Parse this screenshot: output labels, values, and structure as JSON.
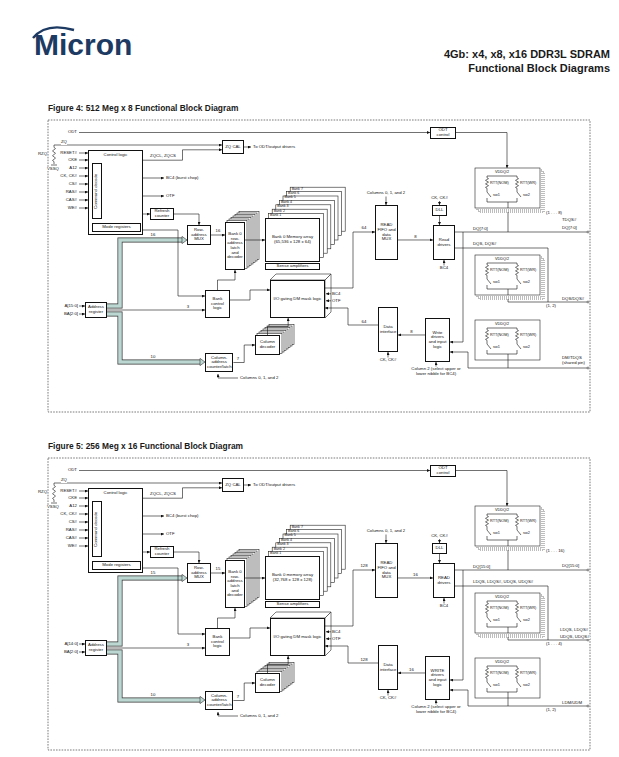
{
  "diagram": {
    "title": "4Gb: x4, x8, x16 DDR3L SDRAM",
    "nodes": [
      {
        "text": [
          "ODT control"
        ]
      },
      {
        "text": [
          "Control logic"
        ]
      },
      {
        "text": [
          "Command decode"
        ],
        "in": 1
      },
      {
        "text": [
          "Mode registers"
        ],
        "in": 1
      },
      {
        "text": [
          "ZQ CAL"
        ]
      },
      {
        "text": [
          "Refresh counter"
        ]
      },
      {
        "text": [
          "Row-address MUX"
        ]
      },
      {
        "text": [
          "Bank 0 row-address latch and decoder"
        ]
      },
      {
        "text": [
          "Bank 0 Memory array (65,536 x 128 x 64)"
        ]
      },
      {
        "text": [
          "Sense amplifiers"
        ]
      },
      {
        "text": [
          "I/O gating DM mask logic"
        ]
      },
      {
        "text": [
          "Column decoder"
        ]
      },
      {
        "text": [
          "Bank control logic"
        ]
      },
      {
        "text": [
          "Address register"
        ]
      },
      {
        "text": [
          "Column-address counter/latch"
        ]
      },
      {
        "text": [
          "READ FIFO and data MUX"
        ]
      },
      {
        "text": [
          "DLL"
        ]
      },
      {
        "text": [
          "Read drivers"
        ]
      },
      {
        "text": [
          "Data interface"
        ]
      },
      {
        "text": [
          "Write drivers and input logic"
        ]
      },
      {
        "text": [
          "ODT control"
        ]
      },
      {
        "text": [
          "Control logic"
        ]
      },
      {
        "text": [
          "Command decode"
        ],
        "in": 21
      },
      {
        "text": [
          "Mode registers"
        ],
        "in": 21
      },
      {
        "text": [
          "ZQ CAL"
        ]
      },
      {
        "text": [
          "Refresh counter"
        ]
      },
      {
        "text": [
          "Row-address MUX"
        ]
      },
      {
        "text": [
          "Bank 0 row-address latch and decoder"
        ]
      },
      {
        "text": [
          "Bank 0 memory array (32,768 x 128 x 128)"
        ]
      },
      {
        "text": [
          "Sense amplifiers"
        ]
      },
      {
        "text": [
          "I/O gating DM mask logic"
        ]
      },
      {
        "text": [
          "Column decoder"
        ]
      },
      {
        "text": [
          "Bank control logic"
        ]
      },
      {
        "text": [
          "Address register"
        ]
      },
      {
        "text": [
          "Column-address counter/latch"
        ]
      },
      {
        "text": [
          "READ FIFO and data MUX"
        ]
      },
      {
        "text": [
          "DLL"
        ]
      },
      {
        "text": [
          "READ drivers"
        ]
      },
      {
        "text": [
          "Data interface"
        ]
      },
      {
        "text": [
          "WRITE drivers and input logic"
        ]
      }
    ],
    "edges": [
      {
        "from": 1,
        "to": 4,
        "arrow": "to",
        "label": "ZQCL, ZQCS"
      },
      {
        "from": 1,
        "to": 5,
        "arrow": "to"
      },
      {
        "from": 5,
        "to": 6,
        "arrow": "to"
      },
      {
        "from": 13,
        "to": 6,
        "arrow": "to",
        "label": "16"
      },
      {
        "from": 6,
        "to": 7,
        "arrow": "to",
        "label": "16"
      },
      {
        "from": 7,
        "to": 8,
        "arrow": "to"
      },
      {
        "from": 13,
        "to": 12,
        "arrow": "to",
        "label": "3"
      },
      {
        "from": 12,
        "to": 7,
        "arrow": "to"
      },
      {
        "from": 12,
        "to": 10,
        "arrow": "to"
      },
      {
        "from": 13,
        "to": 14,
        "arrow": "to",
        "label": "10"
      },
      {
        "from": 14,
        "to": 11,
        "arrow": "to",
        "label": "7"
      },
      {
        "from": 11,
        "to": 10,
        "arrow": "to"
      },
      {
        "from": 10,
        "to": 15,
        "arrow": "to",
        "label": "64"
      },
      {
        "from": 15,
        "to": 17,
        "arrow": "to",
        "label": "8"
      },
      {
        "from": 16,
        "to": 17,
        "arrow": "to"
      },
      {
        "from": 18,
        "to": 10,
        "arrow": "to",
        "label": "64"
      },
      {
        "from": 19,
        "to": 18,
        "arrow": "to",
        "label": "8"
      },
      {
        "from": 1,
        "to": 12,
        "arrow": "to"
      },
      {
        "from": 21,
        "to": 24,
        "arrow": "to",
        "label": "ZQCL, ZQCS"
      },
      {
        "from": 21,
        "to": 25,
        "arrow": "to"
      },
      {
        "from": 25,
        "to": 26,
        "arrow": "to"
      },
      {
        "from": 33,
        "to": 26,
        "arrow": "to",
        "label": "15"
      },
      {
        "from": 26,
        "to": 27,
        "arrow": "to",
        "label": "15"
      },
      {
        "from": 27,
        "to": 28,
        "arrow": "to"
      },
      {
        "from": 33,
        "to": 32,
        "arrow": "to",
        "label": "3"
      },
      {
        "from": 32,
        "to": 27,
        "arrow": "to"
      },
      {
        "from": 32,
        "to": 30,
        "arrow": "to"
      },
      {
        "from": 33,
        "to": 34,
        "arrow": "to",
        "label": "10"
      },
      {
        "from": 34,
        "to": 31,
        "arrow": "to",
        "label": "7"
      },
      {
        "from": 31,
        "to": 30,
        "arrow": "to"
      },
      {
        "from": 30,
        "to": 35,
        "arrow": "to",
        "label": "128"
      },
      {
        "from": 35,
        "to": 37,
        "arrow": "to",
        "label": "16"
      },
      {
        "from": 36,
        "to": 37,
        "arrow": "to"
      },
      {
        "from": 38,
        "to": 30,
        "arrow": "to",
        "label": "128"
      },
      {
        "from": 39,
        "to": 38,
        "arrow": "to",
        "label": "16"
      },
      {
        "from": 21,
        "to": 32,
        "arrow": "to"
      }
    ],
    "labels": [
      "Micron",
      "Functional Block Diagrams",
      "Figure 4: 512 Meg x 8 Functional Block Diagram",
      "ODT",
      "ZQ",
      "RZQ",
      "RESET#",
      "CKE",
      "VSSQ",
      "A12",
      "CK, CK#",
      "CS#",
      "RAS#",
      "CAS#",
      "WE#",
      "To ODT/output drivers",
      "BC4 (burst chop)",
      "OTF",
      "A[15:0]",
      "BA[2:0]",
      "Bank 1",
      "Bank 2",
      "Bank 3",
      "Bank 4",
      "Bank 5",
      "Bank 6",
      "Bank 7",
      "BC4",
      "OTF",
      "Columns 0, 1, and 2",
      "CK, CK#",
      "DQ[7:0]",
      "DQS, DQS#",
      "BC4",
      "CK, CK#",
      "Column 2 (select upper or lower nibble for BC4)",
      "Columns 0, 1, and 2",
      "VDDQ/2",
      "RTT(NOM)",
      "RTT(WR)",
      "sw1",
      "sw2",
      "VDDQ/2",
      "RTT(NOM)",
      "RTT(WR)",
      "sw1",
      "sw2",
      "VDDQ/2",
      "RTT(NOM)",
      "RTT(WR)",
      "sw1",
      "sw2",
      "TDQS#",
      "DQ[7:0]",
      "(1 . . . 8)",
      "DQS/DQS#",
      "(1, 2)",
      "DM/TDQS (shared pin)",
      "Figure 5: 256 Meg x 16 Functional Block Diagram",
      "ODT",
      "ZQ",
      "RZQ",
      "RESET#",
      "CKE",
      "VSSQ",
      "A12",
      "CK, CK#",
      "CS#",
      "RAS#",
      "CAS#",
      "WE#",
      "To ODT/output drivers",
      "BC4 (burst chop)",
      "OTF",
      "A[14:0]",
      "BA[2:0]",
      "Bank 1",
      "Bank 2",
      "Bank 3",
      "Bank 4",
      "Bank 5",
      "Bank 6",
      "Bank 7",
      "BC4",
      "OTF",
      "Columns 0, 1, and 2",
      "CK, CK#",
      "DQ[15:0]",
      "LDQS, LDQS#, UDQS, UDQS#",
      "BC4",
      "CK, CK#",
      "Column 2 (select upper or lower nibble for BC4)",
      "Columns 0, 1, and 2",
      "VDDQ/2",
      "RTT(NOM)",
      "RTT(WR)",
      "sw1",
      "sw2",
      "VDDQ/2",
      "RTT(NOM)",
      "RTT(WR)",
      "sw1",
      "sw2",
      "VDDQ/2",
      "RTT(NOM)",
      "RTT(WR)",
      "sw1",
      "sw2",
      "DQ[15:0]",
      "(1 . . . 16)",
      "LDQS, LDQS#",
      "UDQS, UDQS#",
      "(1 . . . 4)",
      "LDM/UDM",
      "(1, 2)"
    ]
  }
}
